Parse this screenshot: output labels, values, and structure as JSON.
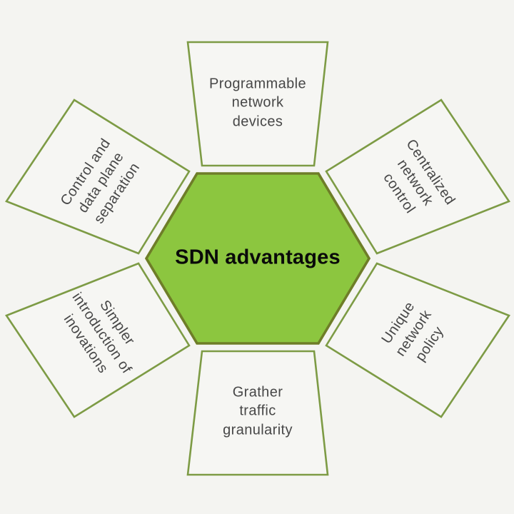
{
  "title": "SDN advantages",
  "segments": [
    {
      "id": "programmable-network-devices",
      "position": "top",
      "rotation_deg": 0,
      "label": "Programmable\nnetwork\ndevices"
    },
    {
      "id": "centralized-network-control",
      "position": "top-right",
      "rotation_deg": 56,
      "label": "Centralized\nnetwork\ncontrol"
    },
    {
      "id": "unique-network-policy",
      "position": "bottom-right",
      "rotation_deg": -56,
      "label": "Unique\nnetwork\npolicy"
    },
    {
      "id": "grather-traffic-granularity",
      "position": "bottom",
      "rotation_deg": 0,
      "label": "Grather\ntraffic\ngranularity"
    },
    {
      "id": "simpler-introduction-of-inovations",
      "position": "bottom-left",
      "rotation_deg": 56,
      "label": "Simpler\nintroduction of\ninovations"
    },
    {
      "id": "control-and-data-plane-separation",
      "position": "top-left",
      "rotation_deg": -56,
      "label": "Control and\ndata plane\nseparation"
    }
  ],
  "colors": {
    "bg": "#f4f4f1",
    "segment_fill": "#f6f6f3",
    "segment_border": "#7d9b45",
    "hex_fill": "#8cc63f",
    "hex_border": "#6e7d28",
    "label_color": "#474747",
    "title_color": "#0a0a0a"
  }
}
